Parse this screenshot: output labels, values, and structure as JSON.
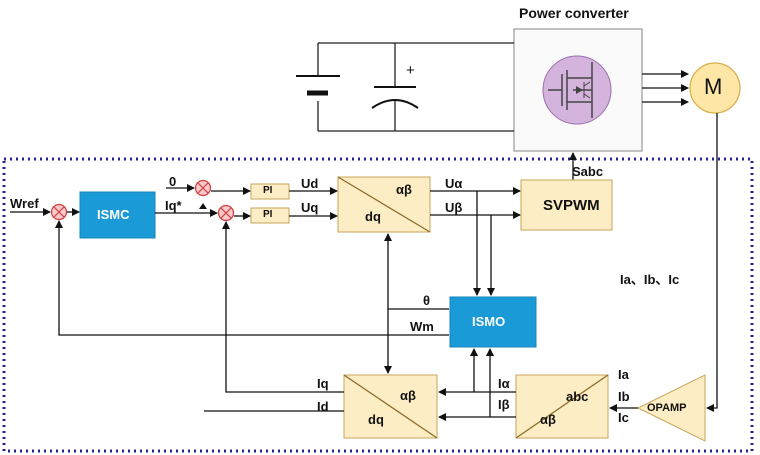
{
  "title": "Power converter",
  "motor_label": "M",
  "battery_plus": "+",
  "blocks": {
    "ismc": "ISMC",
    "pi_top": "PI",
    "pi_bottom": "PI",
    "dq_to_ab": {
      "top": "αβ",
      "bottom": "dq"
    },
    "svpwm": "SVPWM",
    "ismo": "ISMO",
    "ab_to_dq": {
      "top": "αβ",
      "bottom": "dq"
    },
    "abc_to_ab": {
      "top": "abc",
      "bottom": "αβ"
    },
    "opamp": "OPAMP"
  },
  "signals": {
    "wref": "Wref",
    "zero": "0",
    "iq_star": "Iq*",
    "ud": "Ud",
    "uq": "Uq",
    "ualpha": "Uα",
    "ubeta": "Uβ",
    "sabc": "Sabc",
    "theta": "θ",
    "wm": "Wm",
    "iq": "Iq",
    "id": "Id",
    "ialpha": "Iα",
    "ibeta": "Iβ",
    "ia": "Ia",
    "ib": "Ib",
    "ic": "Ic",
    "currents": "Ia、Ib、Ic"
  },
  "colors": {
    "ismc_fill": "#1a9ad6",
    "ismo_fill": "#1a9ad6",
    "block_fill": "#fdedc4",
    "block_stroke": "#c8a55a",
    "sum_fill": "#f6c9cb",
    "sum_stroke": "#d23a3a",
    "dotted_border": "#22229a",
    "motor_fill": "#fde6a6",
    "mosfet_fill": "#d4b4dd",
    "converter_box": "#999999"
  }
}
